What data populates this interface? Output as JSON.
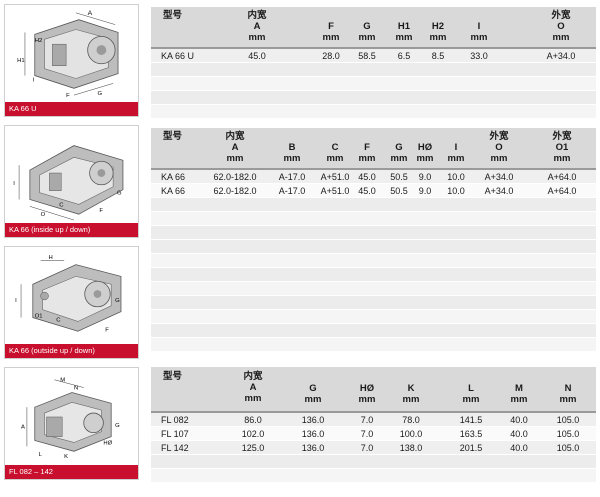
{
  "sections": [
    {
      "caption": "KA 66 U",
      "headers": [
        "型号",
        "内宽\nA\nmm",
        "F\nmm",
        "G\nmm",
        "H1\nmm",
        "H2\nmm",
        "I\nmm",
        "外宽\nO\nmm"
      ],
      "rows": [
        [
          "KA 66 U",
          "45.0",
          "28.0",
          "58.5",
          "6.5",
          "8.5",
          "33.0",
          "A+34.0"
        ]
      ]
    },
    {
      "caption": "KA 66 (inside up / down)",
      "headers": [
        "型号",
        "内宽\nA\nmm",
        "B\nmm",
        "C\nmm",
        "F\nmm",
        "G\nmm",
        "HØ\nmm",
        "I\nmm",
        "外宽\nO\nmm",
        "外宽\nO1\nmm"
      ],
      "rows": [
        [
          "KA 66",
          "62.0-182.0",
          "A-17.0",
          "A+51.0",
          "45.0",
          "50.5",
          "9.0",
          "10.0",
          "A+34.0",
          "A+64.0"
        ],
        [
          "KA 66",
          "62.0-182.0",
          "A-17.0",
          "A+51.0",
          "45.0",
          "50.5",
          "9.0",
          "10.0",
          "A+34.0",
          "A+64.0"
        ]
      ]
    },
    {
      "caption": "KA 66 (outside up / down)",
      "headers": [],
      "rows": []
    },
    {
      "caption": "FL 082 – 142",
      "headers": [
        "型号",
        "内宽\nA\nmm",
        "G\nmm",
        "HØ\nmm",
        "K\nmm",
        "L\nmm",
        "M\nmm",
        "N\nmm"
      ],
      "rows": [
        [
          "FL 082",
          "86.0",
          "136.0",
          "7.0",
          "78.0",
          "141.5",
          "40.0",
          "105.0"
        ],
        [
          "FL 107",
          "102.0",
          "136.0",
          "7.0",
          "100.0",
          "163.5",
          "40.0",
          "105.0"
        ],
        [
          "FL 142",
          "125.0",
          "136.0",
          "7.0",
          "138.0",
          "201.5",
          "40.0",
          "105.0"
        ]
      ]
    }
  ],
  "diagram_labels": {
    "s1": [
      "A",
      "H2",
      "H1",
      "I",
      "F",
      "G"
    ],
    "s2": [
      "O",
      "I",
      "C",
      "G",
      "F"
    ],
    "s3": [
      "H",
      "I",
      "O1",
      "C",
      "G",
      "F"
    ],
    "s4": [
      "M",
      "N",
      "A",
      "L",
      "K",
      "HØ",
      "G"
    ]
  },
  "colors": {
    "caption_bg": "#c8102e",
    "header_bg": "#d9d9d9",
    "row_alt": "#efefef"
  }
}
